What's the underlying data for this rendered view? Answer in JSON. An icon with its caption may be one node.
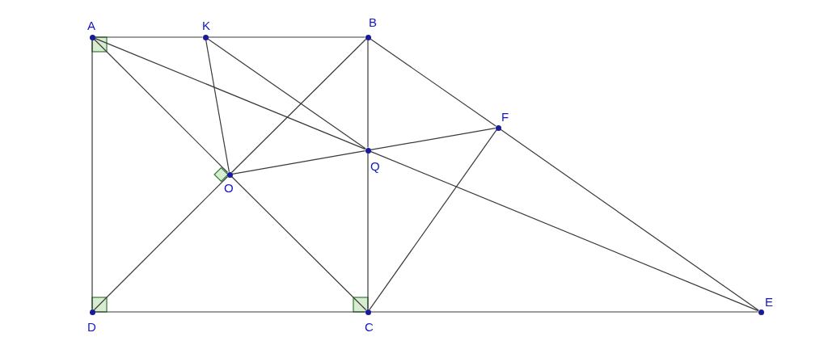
{
  "diagram": {
    "nodes": [
      {
        "text": [],
        "shape": "circle",
        "beside": [
          "A"
        ]
      },
      {
        "text": [],
        "shape": "circle",
        "beside": [
          "K"
        ]
      },
      {
        "text": [],
        "shape": "circle",
        "beside": [
          "B"
        ]
      },
      {
        "text": [],
        "shape": "circle",
        "beside": [
          "F"
        ]
      },
      {
        "text": [],
        "shape": "circle",
        "beside": [
          "Q"
        ]
      },
      {
        "text": [],
        "shape": "circle",
        "beside": [
          "O"
        ]
      },
      {
        "text": [],
        "shape": "circle",
        "beside": [
          "D"
        ]
      },
      {
        "text": [],
        "shape": "circle",
        "beside": [
          "C"
        ]
      },
      {
        "text": [],
        "shape": "circle",
        "beside": [
          "E"
        ]
      }
    ],
    "edges": [
      {
        "from": 0,
        "to": 1,
        "arrow": "none"
      },
      {
        "from": 1,
        "to": 2,
        "arrow": "none"
      },
      {
        "from": 0,
        "to": 6,
        "arrow": "none"
      },
      {
        "from": 6,
        "to": 7,
        "arrow": "none"
      },
      {
        "from": 7,
        "to": 8,
        "arrow": "none"
      },
      {
        "from": 0,
        "to": 5,
        "arrow": "none"
      },
      {
        "from": 5,
        "to": 7,
        "arrow": "none"
      },
      {
        "from": 6,
        "to": 5,
        "arrow": "none"
      },
      {
        "from": 5,
        "to": 2,
        "arrow": "none"
      },
      {
        "from": 2,
        "to": 4,
        "arrow": "none"
      },
      {
        "from": 4,
        "to": 7,
        "arrow": "none"
      },
      {
        "from": 0,
        "to": 4,
        "arrow": "none"
      },
      {
        "from": 4,
        "to": 8,
        "arrow": "none"
      },
      {
        "from": 1,
        "to": 5,
        "arrow": "none"
      },
      {
        "from": 1,
        "to": 4,
        "arrow": "none"
      },
      {
        "from": 5,
        "to": 4,
        "arrow": "none"
      },
      {
        "from": 4,
        "to": 3,
        "arrow": "none"
      },
      {
        "from": 2,
        "to": 3,
        "arrow": "none"
      },
      {
        "from": 3,
        "to": 8,
        "arrow": "none"
      },
      {
        "from": 3,
        "to": 7,
        "arrow": "none"
      }
    ]
  }
}
